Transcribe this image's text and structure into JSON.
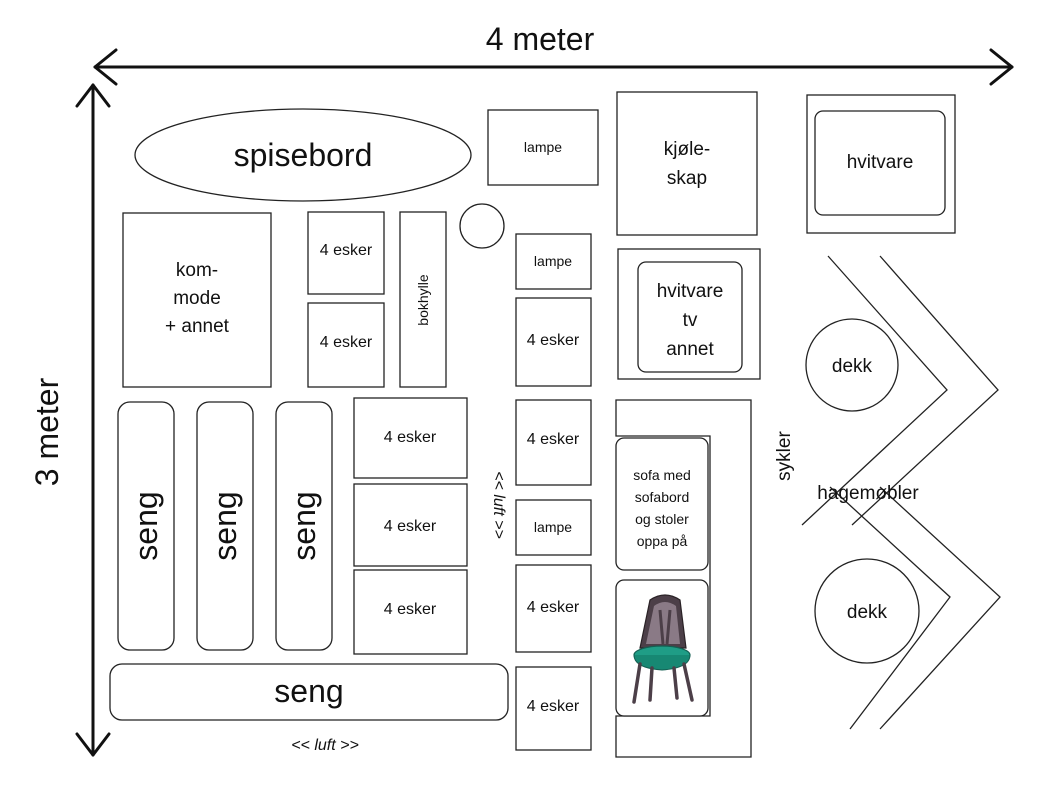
{
  "dimensions": {
    "width_label": "4 meter",
    "height_label": "3 meter"
  },
  "items": {
    "spisebord": "spisebord",
    "lampe_top": "lampe",
    "kjoleskap_line1": "kjøle-",
    "kjoleskap_line2": "skap",
    "hvitvare_top": "hvitvare",
    "kommode_line1": "kom-",
    "kommode_line2": "mode",
    "kommode_line3": "+ annet",
    "esker_a": "4 esker",
    "esker_b": "4 esker",
    "bokhylle": "bokhylle",
    "lampe_mid": "lampe",
    "esker_c": "4 esker",
    "hvitvare_mid_line1": "hvitvare",
    "hvitvare_mid_line2": "tv",
    "hvitvare_mid_line3": "annet",
    "dekk_top": "dekk",
    "seng_1": "seng",
    "seng_2": "seng",
    "seng_3": "seng",
    "seng_bottom": "seng",
    "esker_d": "4 esker",
    "esker_e": "4 esker",
    "esker_f": "4 esker",
    "esker_g": "4 esker",
    "lampe_low": "lampe",
    "esker_h": "4 esker",
    "esker_i": "4 esker",
    "luft_vertical": "<< luft >>",
    "luft_bottom": "<< luft >>",
    "sofa_line1": "sofa med",
    "sofa_line2": "sofabord",
    "sofa_line3": "og stoler",
    "sofa_line4": "oppa på",
    "sykler": "sykler",
    "hagemobler": "hagemøbler",
    "dekk_bottom": "dekk"
  },
  "colors": {
    "chair_frame": "#5a4a55",
    "chair_seat": "#1f9d86"
  },
  "icons": {
    "chair": "chair-icon"
  }
}
